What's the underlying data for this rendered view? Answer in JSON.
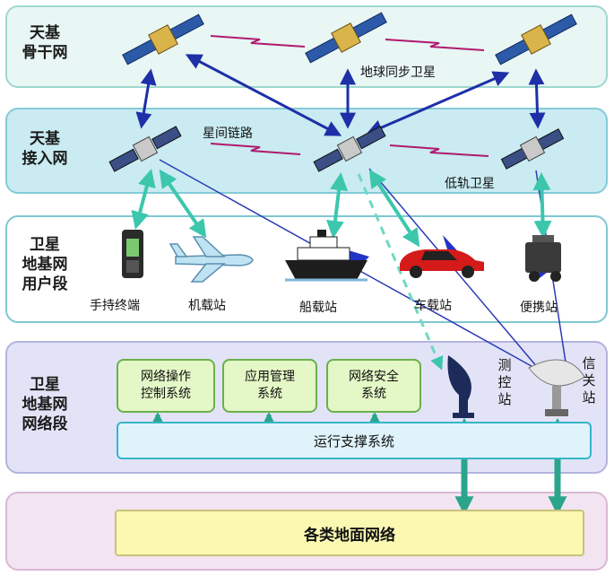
{
  "layers": {
    "space_backbone": "天基\n骨干网",
    "space_access": "天基\n接入网",
    "ground_user": "卫星\n地基网\n用户段",
    "ground_network": "卫星\n地基网\n网络段"
  },
  "annotations": {
    "geo_satellite": "地球同步卫星",
    "inter_satellite_link": "星间链路",
    "leo_satellite": "低轨卫星"
  },
  "terminals": {
    "handheld": "手持终端",
    "airborne": "机载站",
    "shipborne": "船载站",
    "vehicle": "车载站",
    "portable": "便携站"
  },
  "stations": {
    "ttc": "测控站",
    "gateway": "信关站"
  },
  "systems": {
    "network_ops": "网络操作\n控制系统",
    "app_mgmt": "应用管理\n系统",
    "net_security": "网络安全\n系统",
    "support": "运行支撑系统"
  },
  "ground_networks": "各类地面网络",
  "colors": {
    "backbone_bg": "#e8f6f4",
    "access_bg": "#c9ebf1",
    "user_bg": "#ffffff",
    "network_bg": "#e3e3f7",
    "bottom_bg": "#f3e4f1",
    "blue_link": "#1e2fa8",
    "teal_link": "#3cc7ad",
    "radio_link": "#b01a6e"
  }
}
